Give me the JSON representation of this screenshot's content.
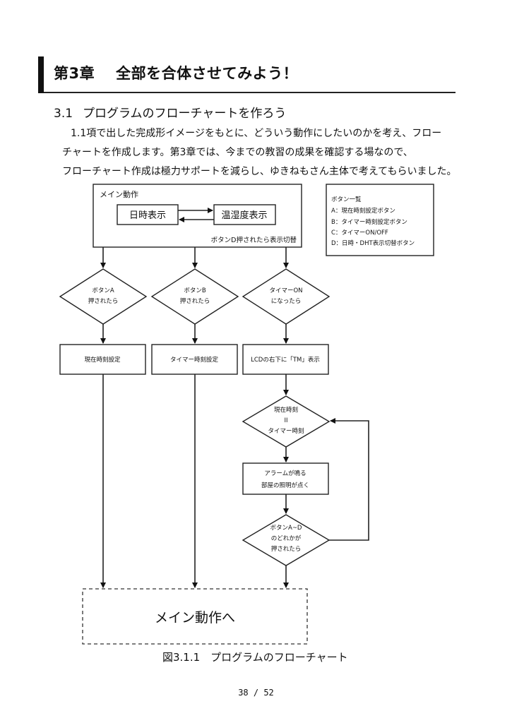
{
  "chapter": {
    "number": "第3章",
    "title": "全部を合体させてみよう！"
  },
  "section": {
    "number": "3.1",
    "title": "プログラムのフローチャートを作ろう"
  },
  "paragraph": [
    "1.1項で出した完成形イメージをもとに、どういう動作にしたいのかを考え、フロー",
    "チャートを作成します。第3章では、今までの教習の成果を確認する場なので、",
    "フローチャート作成は極力サポートを減らし、ゆきねもさん主体で考えてもらいました。"
  ],
  "flowchart": {
    "main_block": {
      "title": "メイン動作",
      "left_box": "日時表示",
      "right_box": "温湿度表示",
      "note": "ボタンD押されたら表示切替"
    },
    "legend": {
      "title": "ボタン一覧",
      "items": [
        "A：現在時刻設定ボタン",
        "B：タイマー時刻設定ボタン",
        "C：タイマーON/OFF",
        "D：日時・DHT表示切替ボタン"
      ]
    },
    "decision_a": [
      "ボタンA",
      "押されたら"
    ],
    "decision_b": [
      "ボタンB",
      "押されたら"
    ],
    "decision_c": [
      "タイマーON",
      "になったら"
    ],
    "process_a": "現在時刻設定",
    "process_b": "タイマー時刻設定",
    "process_c": "LCDの右下に「TM」表示",
    "decision_time": [
      "現在時刻",
      "II",
      "タイマー時刻"
    ],
    "process_alarm": [
      "アラームが鳴る",
      "部屋の照明が点く"
    ],
    "decision_any": [
      "ボタンA~D",
      "のどれかが",
      "押されたら"
    ],
    "return_box": "メイン動作へ"
  },
  "caption": "図3.1.1　プログラムのフローチャート",
  "page_number": "38 / 52"
}
